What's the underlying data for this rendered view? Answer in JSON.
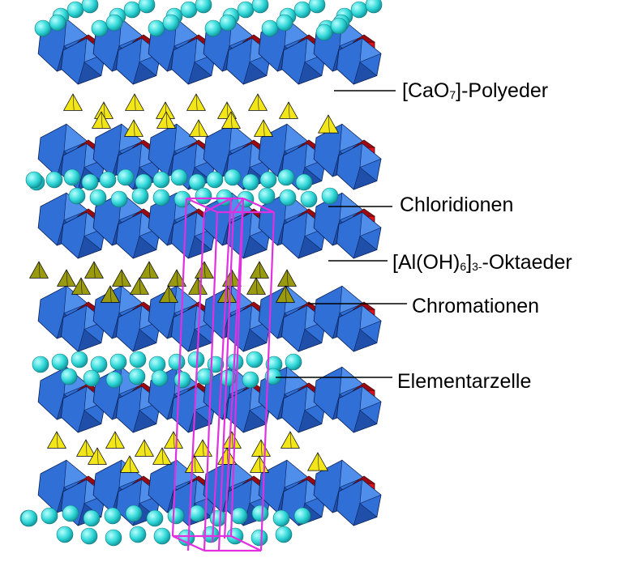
{
  "labels": {
    "cao7_prefix": "[CaO",
    "cao7_sub": "7",
    "cao7_suffix": "]-Polyeder",
    "chloride": "Chloridionen",
    "aloh_prefix": "[Al(OH)",
    "aloh_sub": "6",
    "aloh_mid": "]",
    "aloh_sup": "3-",
    "aloh_suffix": "-Oktaeder",
    "chromate": "Chromationen",
    "unit_cell": "Elementarzelle"
  },
  "colors": {
    "cao7_polyhedra": "#2f6fd6",
    "cao7_polyhedra_dark": "#1f4fa8",
    "al_octahedra": "#e0101a",
    "al_octahedra_dark": "#9a0a10",
    "chloride_ions": "#2ed6d6",
    "chromate_yellow": "#f2e61a",
    "chromate_olive": "#9a9a10",
    "unit_cell_edges": "#e030e0",
    "leader_lines": "#000000"
  }
}
